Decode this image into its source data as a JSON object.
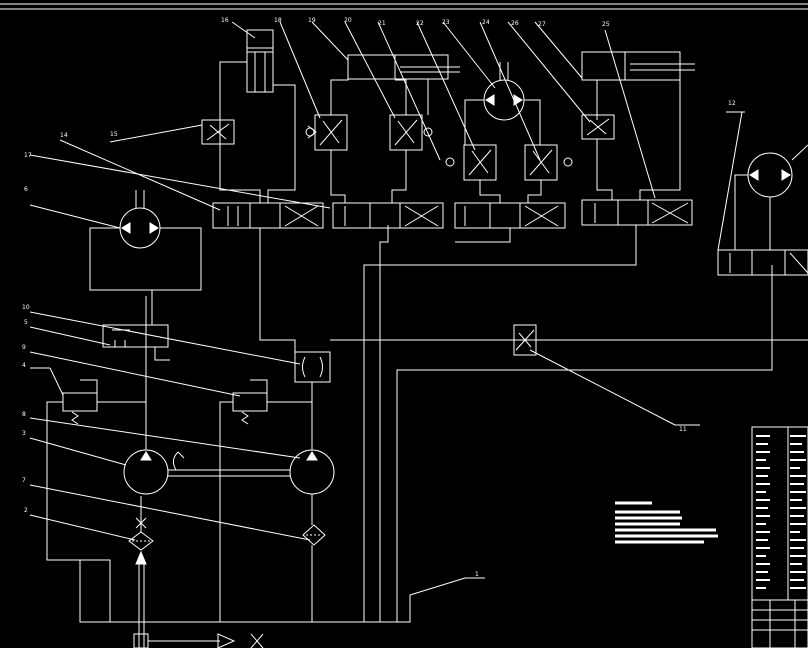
{
  "colors": {
    "background": "#000000",
    "line": "#ffffff"
  },
  "callouts": [
    {
      "label": "1"
    },
    {
      "label": "2"
    },
    {
      "label": "3"
    },
    {
      "label": "4"
    },
    {
      "label": "5"
    },
    {
      "label": "6"
    },
    {
      "label": "7"
    },
    {
      "label": "8"
    },
    {
      "label": "9"
    },
    {
      "label": "10"
    },
    {
      "label": "11"
    },
    {
      "label": "12"
    },
    {
      "label": "14"
    },
    {
      "label": "15"
    },
    {
      "label": "16"
    },
    {
      "label": "17"
    },
    {
      "label": "18"
    },
    {
      "label": "19"
    },
    {
      "label": "20"
    },
    {
      "label": "21"
    },
    {
      "label": "22"
    },
    {
      "label": "23"
    },
    {
      "label": "24"
    },
    {
      "label": "25"
    },
    {
      "label": "26"
    },
    {
      "label": "27"
    }
  ]
}
